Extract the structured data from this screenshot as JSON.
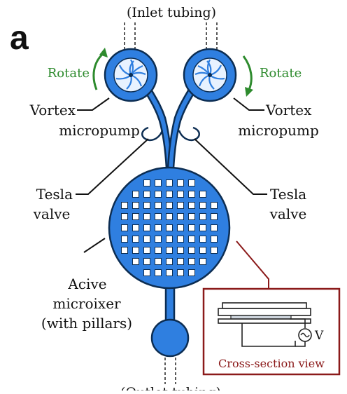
{
  "panel_label": "a",
  "labels": {
    "inlet": "(Inlet tubing)",
    "outlet": "(Outlet tubing)",
    "rotate_left": "Rotate",
    "rotate_right": "Rotate",
    "vortex_left_line1": "Vortex",
    "vortex_left_line2": "micropump",
    "vortex_right_line1": "Vortex",
    "vortex_right_line2": "micropump",
    "tesla_left_line1": "Tesla",
    "tesla_left_line2": "valve",
    "tesla_right_line1": "Tesla",
    "tesla_right_line2": "valve",
    "mixer_line1": "Acive",
    "mixer_line2": "microixer",
    "mixer_line3": "(with pillars)",
    "voltage": "V",
    "cross_section": "Cross-section view"
  },
  "colors": {
    "channel_fill": "#2f7fe0",
    "channel_stroke": "#0c2d52",
    "rotate_green": "#2e8b2e",
    "inset_border": "#8b1a1a",
    "pillar": "#ffffff"
  }
}
